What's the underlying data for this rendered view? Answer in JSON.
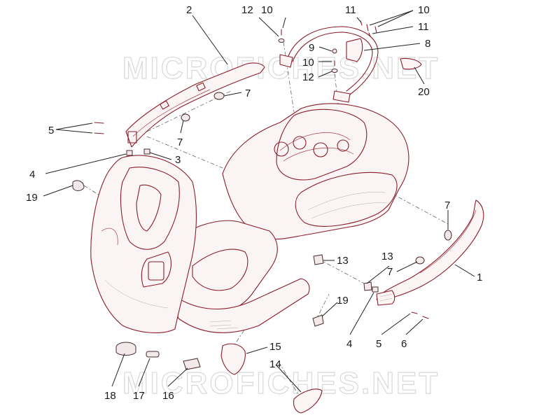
{
  "watermark": {
    "top": "MICROFICHES.NET",
    "bottom": "MICROFICHES.NET"
  },
  "callouts": [
    {
      "id": "c2",
      "label": "2"
    },
    {
      "id": "c12a",
      "label": "12"
    },
    {
      "id": "c10a",
      "label": "10"
    },
    {
      "id": "c11a",
      "label": "11"
    },
    {
      "id": "c10b",
      "label": "10"
    },
    {
      "id": "c11b",
      "label": "11"
    },
    {
      "id": "c9",
      "label": "9"
    },
    {
      "id": "c8",
      "label": "8"
    },
    {
      "id": "c10c",
      "label": "10"
    },
    {
      "id": "c12b",
      "label": "12"
    },
    {
      "id": "c20",
      "label": "20"
    },
    {
      "id": "c7a",
      "label": "7"
    },
    {
      "id": "c5a",
      "label": "5"
    },
    {
      "id": "c7b",
      "label": "7"
    },
    {
      "id": "c3",
      "label": "3"
    },
    {
      "id": "c4a",
      "label": "4"
    },
    {
      "id": "c19a",
      "label": "19"
    },
    {
      "id": "c7c",
      "label": "7"
    },
    {
      "id": "c13a",
      "label": "13"
    },
    {
      "id": "c13b",
      "label": "13"
    },
    {
      "id": "c7d",
      "label": "7"
    },
    {
      "id": "c1",
      "label": "1"
    },
    {
      "id": "c19b",
      "label": "19"
    },
    {
      "id": "c4b",
      "label": "4"
    },
    {
      "id": "c5b",
      "label": "5"
    },
    {
      "id": "c6",
      "label": "6"
    },
    {
      "id": "c15",
      "label": "15"
    },
    {
      "id": "c14",
      "label": "14"
    },
    {
      "id": "c18",
      "label": "18"
    },
    {
      "id": "c17",
      "label": "17"
    },
    {
      "id": "c16",
      "label": "16"
    }
  ],
  "colors": {
    "part_outline": "#8a1e2a",
    "callout_text": "#1a1a1a",
    "watermark": "#d8d8d8"
  }
}
